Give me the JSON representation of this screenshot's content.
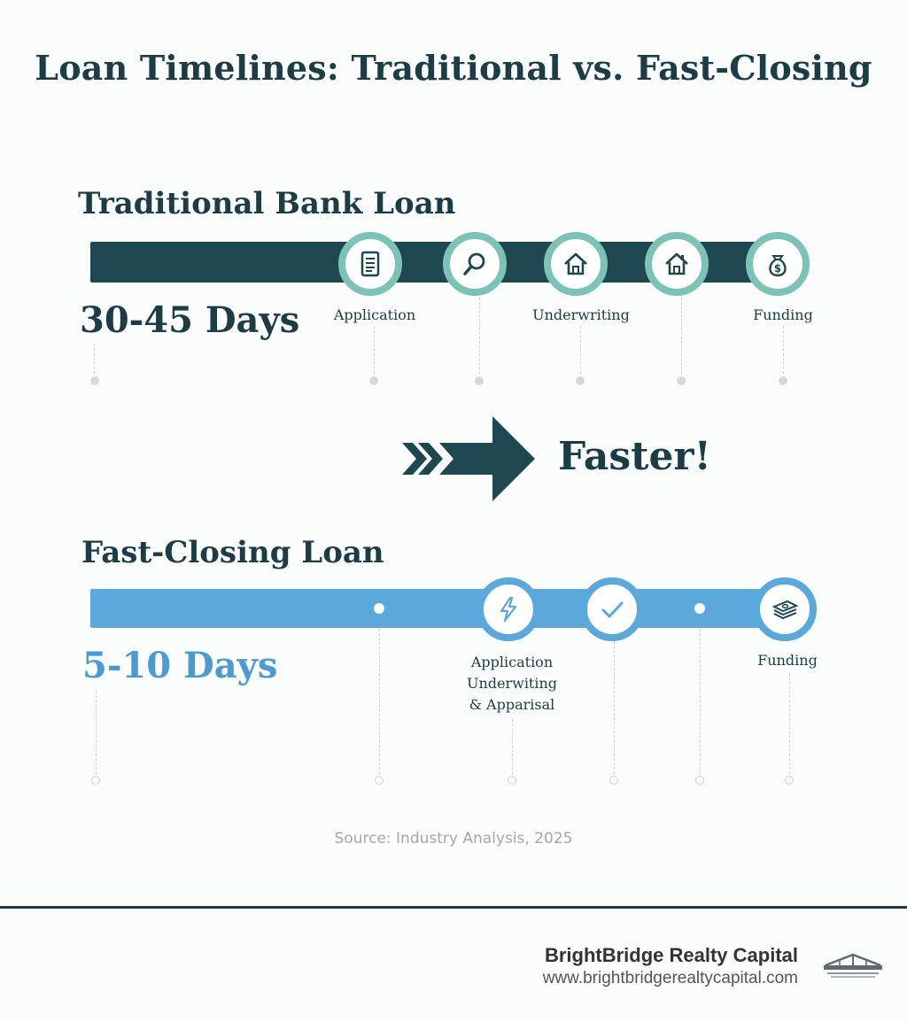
{
  "title": "Loan Timelines: Traditional vs. Fast-Closing",
  "traditional": {
    "heading": "Traditional Bank Loan",
    "duration": "30-45 Days",
    "stages": [
      {
        "label": "Application",
        "icon": "document-icon"
      },
      {
        "label": "",
        "icon": "magnifier-icon"
      },
      {
        "label": "Underwriting",
        "icon": "house-icon"
      },
      {
        "label": "",
        "icon": "house-icon"
      },
      {
        "label": "Funding",
        "icon": "money-bag-icon"
      }
    ]
  },
  "callout": "Faster!",
  "fast": {
    "heading": "Fast-Closing Loan",
    "duration": "5-10 Days",
    "stages": [
      {
        "label": "Application\nUnderwiting\n& Apparisal",
        "icon": "lightning-icon"
      },
      {
        "label": "",
        "icon": "checkmark-icon"
      },
      {
        "label": "Funding",
        "icon": "cash-stack-icon"
      }
    ]
  },
  "source": "Source: Industry Analysis, 2025",
  "footer": {
    "company": "BrightBridge Realty Capital",
    "url": "www.brightbridgerealtycapital.com",
    "logo_icon": "bridge-logo-icon"
  },
  "colors": {
    "dark_teal": "#1e4750",
    "teal_ring": "#7cc2b5",
    "blue": "#5ba9db",
    "heading": "#1c3d46"
  }
}
